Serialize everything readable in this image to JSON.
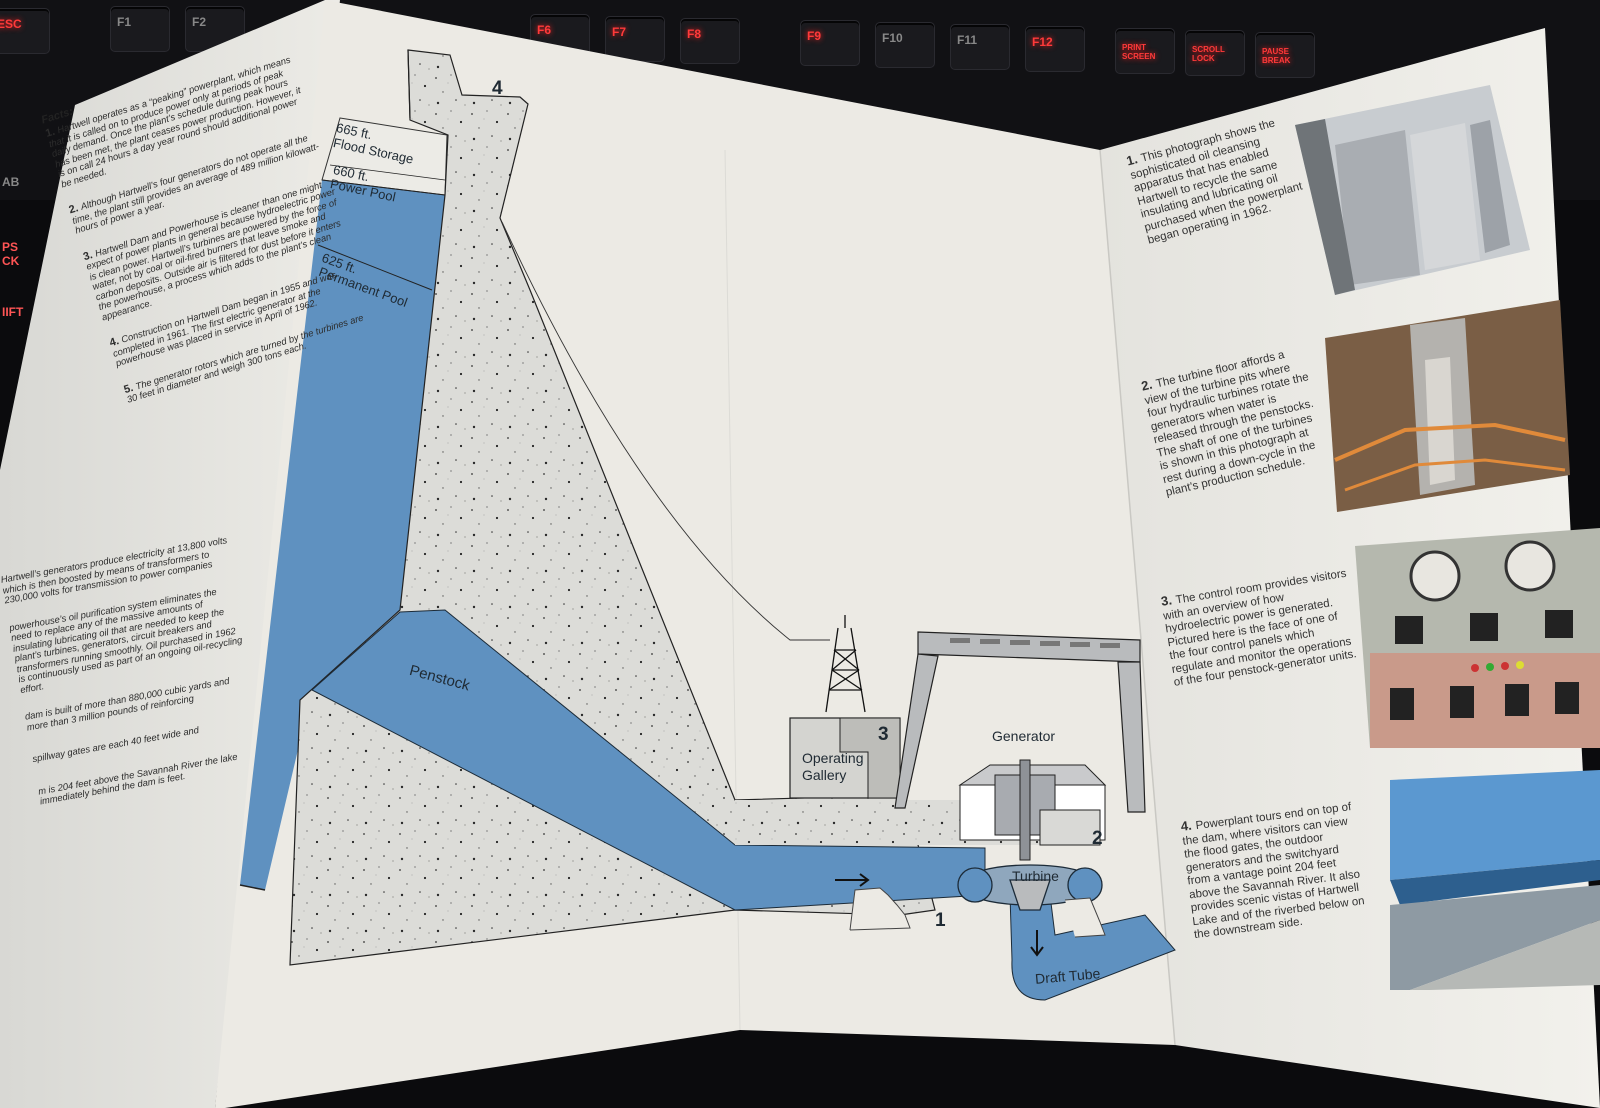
{
  "keyboard": {
    "keys": [
      "ESC",
      "F1",
      "F2",
      "F6",
      "F7",
      "F8",
      "F9",
      "F10",
      "F11",
      "F12",
      "PRINT SCREEN",
      "SCROLL LOCK",
      "PAUSE BREAK"
    ],
    "side_labels": [
      "AB",
      "PS",
      "CK",
      "IIFT"
    ]
  },
  "facts": {
    "title": "Facts:",
    "items": [
      {
        "n": "1.",
        "text": "Hartwell operates as a “peaking” powerplant, which means that it is called on to produce power only at periods of peak daily demand. Once the plant’s schedule during peak hours has been met, the plant ceases power production. However, it is on call 24 hours a day year round should additional power be needed."
      },
      {
        "n": "2.",
        "text": "Although Hartwell’s four generators do not operate all the time, the plant still provides an average of 489 million kilowatt-hours of power a year."
      },
      {
        "n": "3.",
        "text": "Hartwell Dam and Powerhouse is cleaner than one might expect of power plants in general because hydroelectric power is clean power. Hartwell’s turbines are powered by the force of water, not by coal or oil-fired burners that leave smoke and carbon deposits. Outside air is filtered for dust before it enters the powerhouse, a process which adds to the plant’s clean appearance."
      },
      {
        "n": "4.",
        "text": "Construction on Hartwell Dam began in 1955 and was completed in 1961. The first electric generator at the powerhouse was placed in service in April of 1962."
      },
      {
        "n": "5.",
        "text": "The generator rotors which are turned by the turbines are 30 feet in diameter and weigh 300 tons each."
      },
      {
        "n": "",
        "text": "Hartwell’s generators produce electricity at 13,800 volts which is then boosted by means of transformers to 230,000 volts for transmission to power companies"
      },
      {
        "n": "",
        "text": "powerhouse’s oil purification system eliminates the need to replace any of the massive amounts of insulating lubricating oil that are needed to keep the plant’s turbines, generators, circuit breakers and transformers running smoothly. Oil purchased in 1962 is continuously used as part of an ongoing oil-recycling effort."
      },
      {
        "n": "",
        "text": "dam is built of more than 880,000 cubic yards and more than 3 million pounds of reinforcing"
      },
      {
        "n": "",
        "text": "spillway gates are each 40 feet wide and"
      },
      {
        "n": "",
        "text": "m is 204 feet above the Savannah River the lake immediately behind the dam is feet."
      }
    ]
  },
  "diagram": {
    "labels": {
      "flood_storage_elev": "665 ft.",
      "flood_storage": "Flood Storage",
      "power_pool_elev": "660 ft.",
      "power_pool": "Power Pool",
      "permanent_pool_elev": "625 ft.",
      "permanent_pool": "Permanent Pool",
      "penstock": "Penstock",
      "operating_gallery_1": "Operating",
      "operating_gallery_2": "Gallery",
      "generator": "Generator",
      "turbine": "Turbine",
      "draft_tube": "Draft Tube",
      "num_1": "1",
      "num_2": "2",
      "num_3": "3",
      "num_4": "4"
    },
    "colors": {
      "water": "#5f91c0",
      "water_dark": "#4b7fb0",
      "concrete": "#d9dad6",
      "paper": "#eeede8"
    }
  },
  "right_panel": {
    "items": [
      {
        "n": "1.",
        "text": "This photograph shows the sophisticated oil cleansing apparatus that has enabled Hartwell to recycle the same insulating and lubricating oil purchased when the powerplant began operating in 1962."
      },
      {
        "n": "2.",
        "text": "The turbine floor affords a view of the turbine pits where four hydraulic turbines rotate the generators when water is released through the penstocks. The shaft of one of the turbines is shown in this photograph at rest during a down-cycle in the plant’s production schedule."
      },
      {
        "n": "3.",
        "text": "The control room provides visitors with an overview of how hydroelectric power is generated. Pictured here is the face of one of the four control panels which regulate and monitor the operations of the four penstock-generator units."
      },
      {
        "n": "4.",
        "text": "Powerplant tours end on top of the dam, where visitors can view the flood gates, the outdoor generators and the switchyard from a vantage point 204 feet above the Savannah River. It also provides scenic vistas of Hartwell Lake and of the riverbed below on the downstream side."
      }
    ],
    "photos": [
      "oil-cleansing-apparatus-photo",
      "turbine-floor-photo",
      "control-panel-photo",
      "dam-top-photo"
    ]
  }
}
